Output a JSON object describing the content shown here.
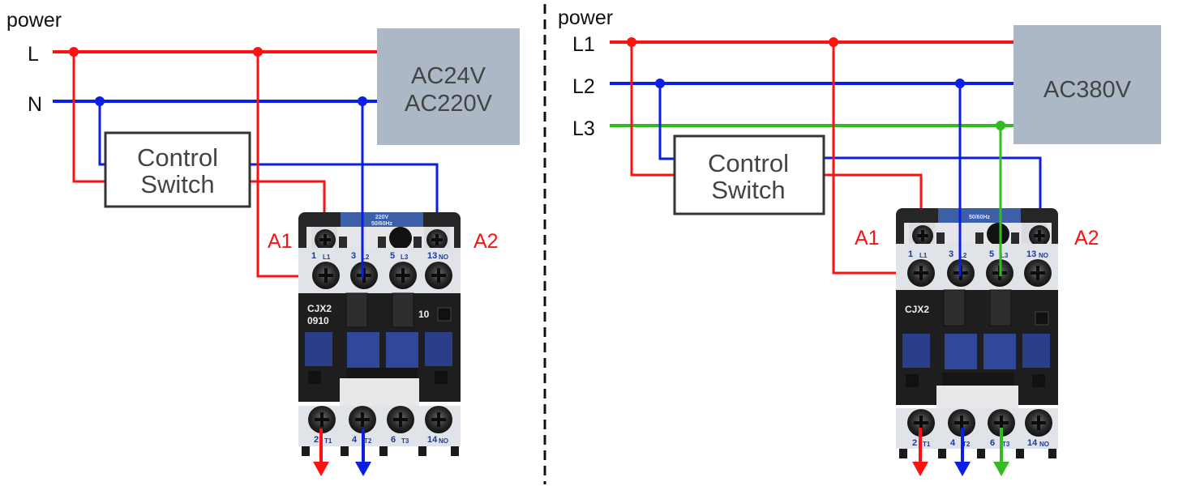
{
  "colors": {
    "live_red": "#ff1111",
    "neutral_blue": "#0a1ee6",
    "phase3_green": "#33bb22",
    "supply_box": "#adb8c6",
    "box_text": "#444444",
    "label_red": "#ff1111",
    "contactor_body": "#262626",
    "terminal_block": "#dfe2e6",
    "terminal_text": "#1a3aa0",
    "window_blue": "#2a3e8a"
  },
  "left_panel": {
    "power_label": "power",
    "lines": [
      {
        "name": "L",
        "color": "red"
      },
      {
        "name": "N",
        "color": "blue"
      }
    ],
    "supply_box": [
      "AC24V",
      "AC220V"
    ],
    "control_switch": [
      "Control",
      "Switch"
    ],
    "coil_labels": {
      "a1": "A1",
      "a2": "A2"
    },
    "contactor": {
      "coil_rating": [
        "220V",
        "50/60Hz"
      ],
      "model": [
        "CJX2",
        "0910"
      ],
      "aux_code": "10",
      "top_terminals": [
        {
          "num": "1",
          "sub": "L1"
        },
        {
          "num": "3",
          "sub": "L2"
        },
        {
          "num": "5",
          "sub": "L3"
        },
        {
          "num": "13",
          "sub": "NO"
        }
      ],
      "bottom_terminals": [
        {
          "num": "2",
          "sub": "T1"
        },
        {
          "num": "4",
          "sub": "T2"
        },
        {
          "num": "6",
          "sub": "T3"
        },
        {
          "num": "14",
          "sub": "NO"
        }
      ]
    },
    "outputs": [
      "red",
      "blue"
    ]
  },
  "right_panel": {
    "power_label": "power",
    "lines": [
      {
        "name": "L1",
        "color": "red"
      },
      {
        "name": "L2",
        "color": "blue"
      },
      {
        "name": "L3",
        "color": "green"
      }
    ],
    "supply_box": [
      "AC380V"
    ],
    "control_switch": [
      "Control",
      "Switch"
    ],
    "coil_labels": {
      "a1": "A1",
      "a2": "A2"
    },
    "contactor": {
      "coil_rating": [
        "50/60Hz"
      ],
      "model": [
        "CJX2"
      ],
      "top_terminals": [
        {
          "num": "1",
          "sub": "L1"
        },
        {
          "num": "3",
          "sub": "L2"
        },
        {
          "num": "5",
          "sub": "L3"
        },
        {
          "num": "13",
          "sub": "NO"
        }
      ],
      "bottom_terminals": [
        {
          "num": "2",
          "sub": "T1"
        },
        {
          "num": "4",
          "sub": "T2"
        },
        {
          "num": "6",
          "sub": "T3"
        },
        {
          "num": "14",
          "sub": "NO"
        }
      ]
    },
    "outputs": [
      "red",
      "blue",
      "green"
    ]
  }
}
